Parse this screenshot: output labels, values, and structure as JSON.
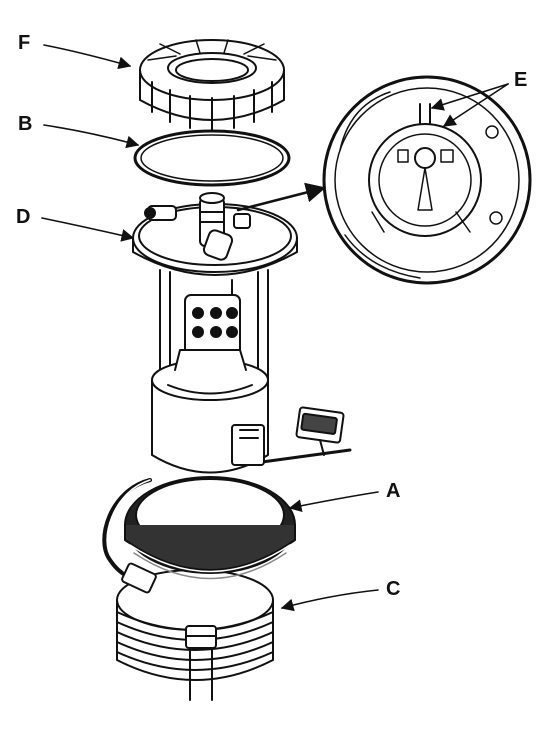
{
  "diagram": {
    "callouts": [
      {
        "id": "F",
        "label": "F"
      },
      {
        "id": "B",
        "label": "B"
      },
      {
        "id": "D",
        "label": "D"
      },
      {
        "id": "E",
        "label": "E"
      },
      {
        "id": "A",
        "label": "A"
      },
      {
        "id": "C",
        "label": "C"
      }
    ],
    "parts": {
      "F": "locking-ring",
      "B": "o-ring-seal",
      "D": "fuel-pump-module-flange",
      "E": "alignment-marks",
      "A": "base-gasket",
      "C": "fuel-tank-opening"
    },
    "ink_color": "#111111",
    "paper_color": "#ffffff"
  }
}
